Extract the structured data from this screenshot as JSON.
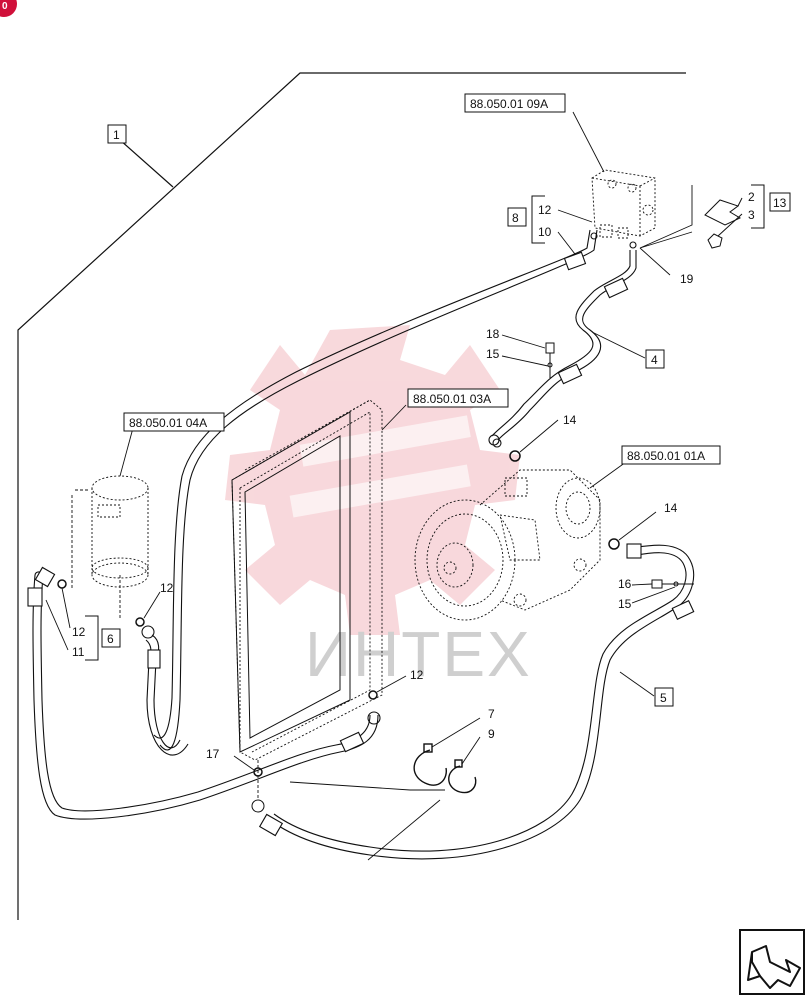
{
  "page_badge": "0",
  "watermark": "ИНТЕХ",
  "ref_codes": {
    "valve": "88.050.01 09A",
    "dryer": "88.050.01 04A",
    "condenser": "88.050.01 03A",
    "compressor": "88.050.01 01A"
  },
  "item_1": "1",
  "item_2": "2",
  "item_3": "3",
  "item_4": "4",
  "item_5": "5",
  "item_6": "6",
  "item_7": "7",
  "item_8": "8",
  "item_9": "9",
  "item_10": "10",
  "item_11": "11",
  "item_12": "12",
  "item_13": "13",
  "item_14": "14",
  "item_15": "15",
  "item_16": "16",
  "item_17": "17",
  "item_18": "18",
  "item_19": "19",
  "colors": {
    "line": "#111111",
    "watermark_red": "#e8808a",
    "watermark_gray": "#cfcfcf",
    "badge": "#d0103a"
  },
  "icons": {
    "nav": "next-page-arrow-icon"
  }
}
